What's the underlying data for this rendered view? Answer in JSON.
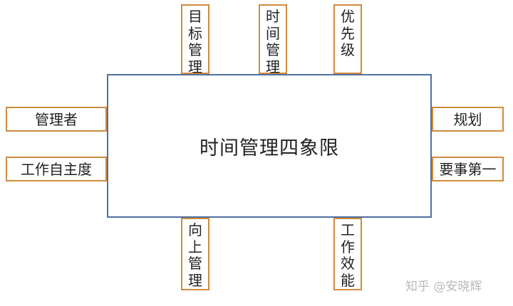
{
  "diagram": {
    "center": "时间管理四象限",
    "top": [
      "目标管理",
      "时间管理",
      "优先级"
    ],
    "left": [
      "管理者",
      "工作自主度"
    ],
    "right": [
      "规划",
      "要事第一"
    ],
    "bottom": [
      "向上管理",
      "工作效能"
    ],
    "colors": {
      "outer_border": "#d08a3c",
      "center_border": "#4e6fa0"
    }
  },
  "watermark": "知乎 @安晓辉"
}
